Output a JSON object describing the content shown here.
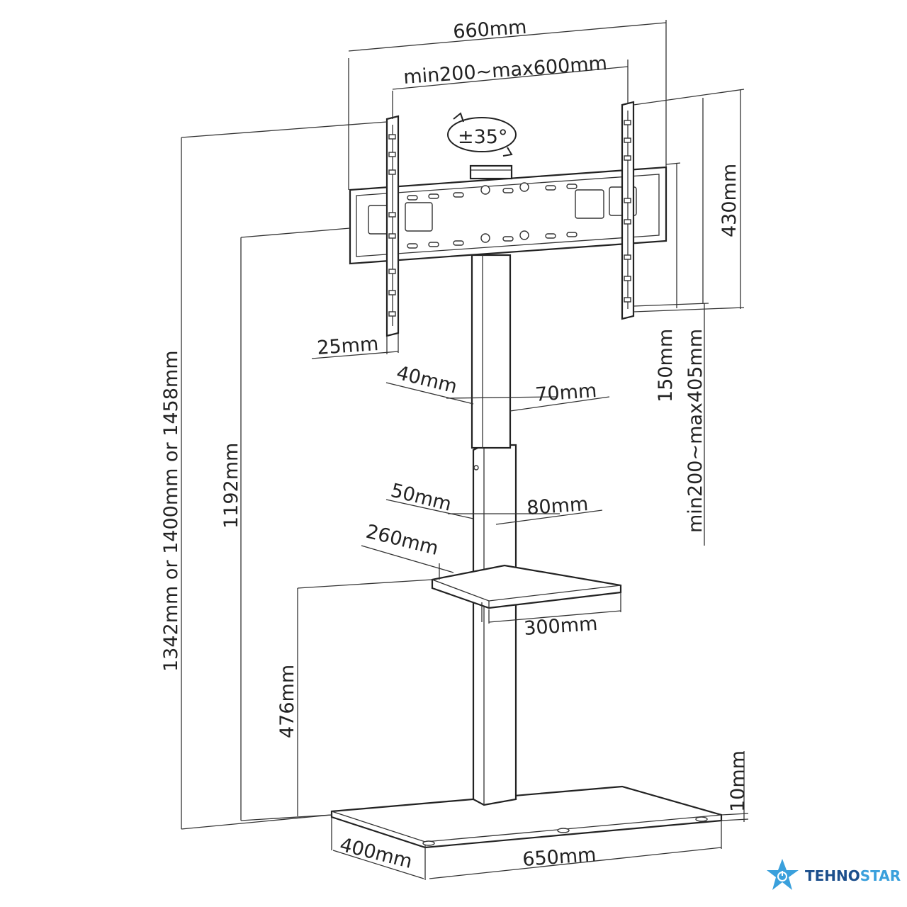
{
  "dimensions": {
    "overall_width": "660mm",
    "vesa_width": "min200~max600mm",
    "swivel": "±35°",
    "bracket_height": "430mm",
    "total_height": "1342mm or 1400mm or 1458mm",
    "mount_height": "1192mm",
    "bracket_depth": "25mm",
    "column_upper_depth": "40mm",
    "column_upper_width": "70mm",
    "adjust_step": "150mm",
    "vesa_height": "min200~max405mm",
    "column_lower_depth": "50mm",
    "column_lower_width": "80mm",
    "shelf_depth": "260mm",
    "shelf_width": "300mm",
    "shelf_height": "476mm",
    "base_thickness": "10mm",
    "base_depth": "400mm",
    "base_width": "650mm"
  },
  "watermark": {
    "brand_a": "TEHNO",
    "brand_b": "STAR",
    "color_a": "#1c4f8c",
    "color_b": "#3aa0dc",
    "icon": "star-power-icon"
  }
}
